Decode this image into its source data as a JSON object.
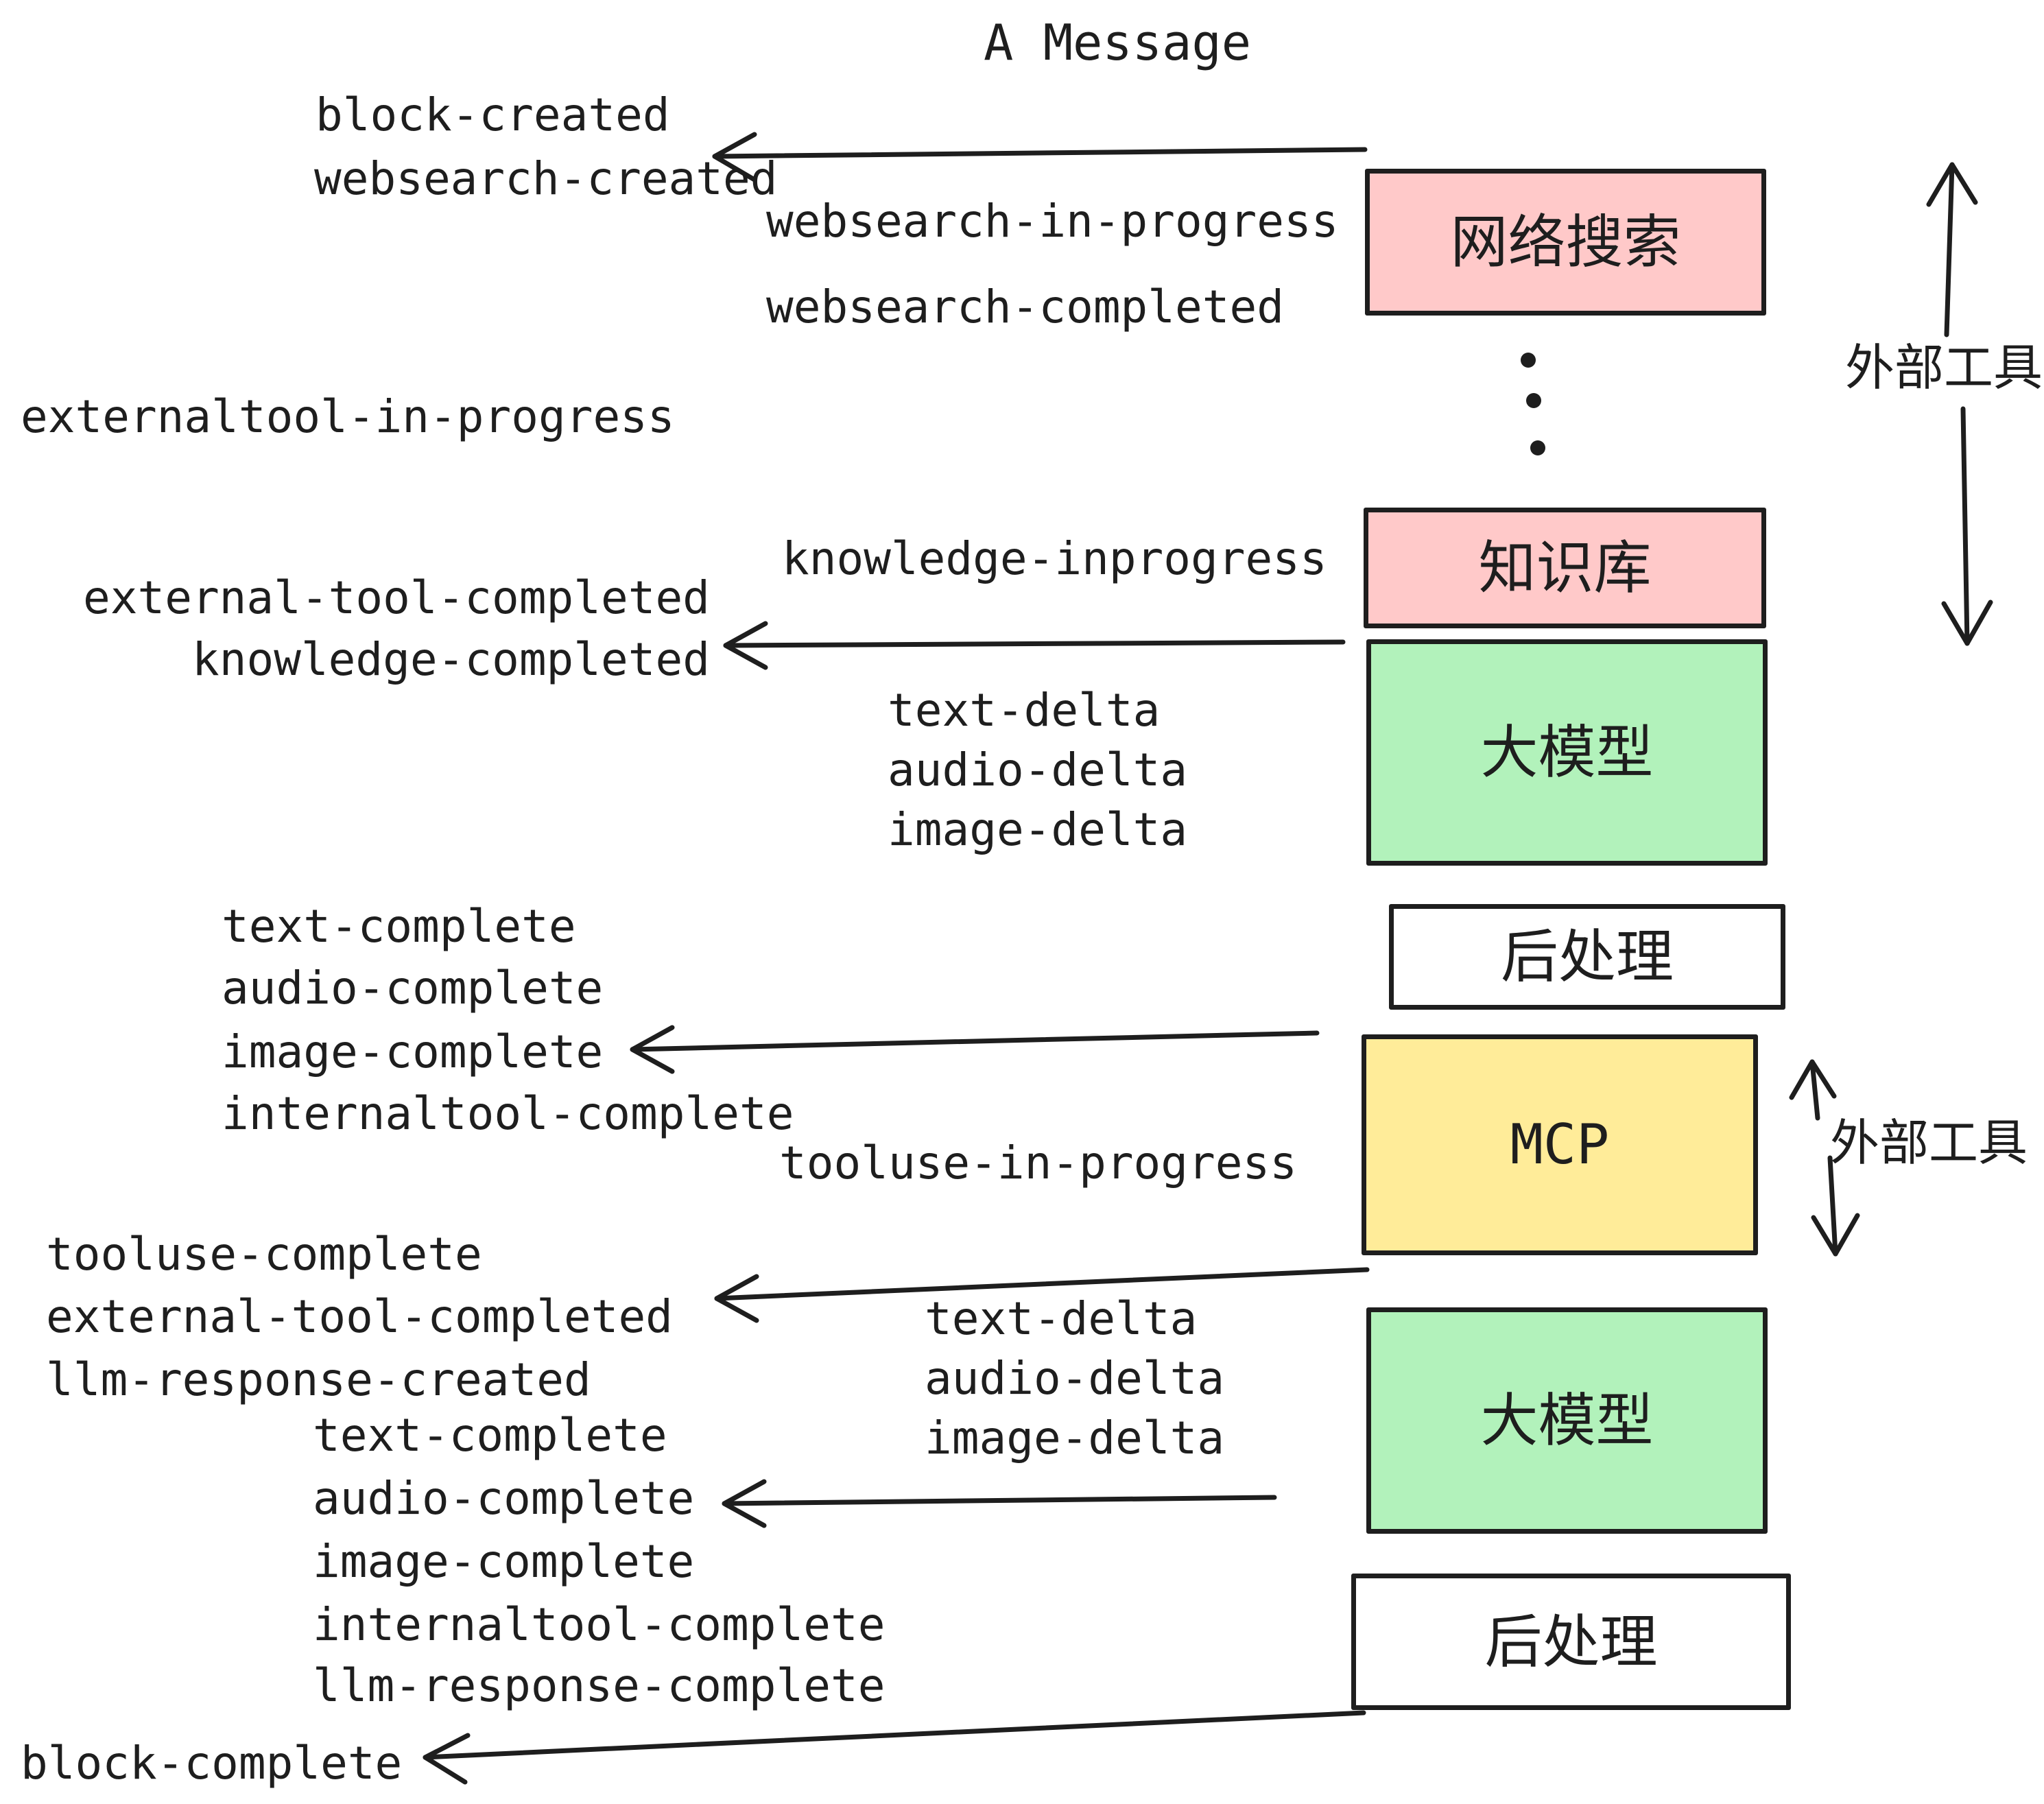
{
  "title": "A Message",
  "colors": {
    "pink": "#ffc9c9",
    "green": "#b2f2bb",
    "yellow": "#ffec99",
    "white": "#ffffff",
    "stroke": "#1e1e1e"
  },
  "boxes": {
    "websearch": {
      "label": "网络搜索"
    },
    "knowledge": {
      "label": "知识库"
    },
    "llm1": {
      "label": "大模型"
    },
    "post1": {
      "label": "后处理"
    },
    "mcp": {
      "label": "MCP"
    },
    "llm2": {
      "label": "大模型"
    },
    "post2": {
      "label": "后处理"
    }
  },
  "side_labels": {
    "external_tools_top": "外部工具",
    "external_tools_mcp": "外部工具"
  },
  "events": {
    "block_created": "block-created",
    "websearch_created": "websearch-created",
    "websearch_in_progress": "websearch-in-progress",
    "websearch_completed": "websearch-completed",
    "externaltool_in_progress": "externaltool-in-progress",
    "knowledge_inprogress": "knowledge-inprogress",
    "external_tool_completed": "external-tool-completed",
    "knowledge_completed": "knowledge-completed",
    "text_delta": "text-delta",
    "audio_delta": "audio-delta",
    "image_delta": "image-delta",
    "text_complete": "text-complete",
    "audio_complete": "audio-complete",
    "image_complete": "image-complete",
    "internaltool_complete": "internaltool-complete",
    "tooluse_in_progress": "tooluse-in-progress",
    "tooluse_complete": "tooluse-complete",
    "llm_response_created": "llm-response-created",
    "llm_response_complete": "llm-response-complete",
    "block_complete": "block-complete"
  }
}
